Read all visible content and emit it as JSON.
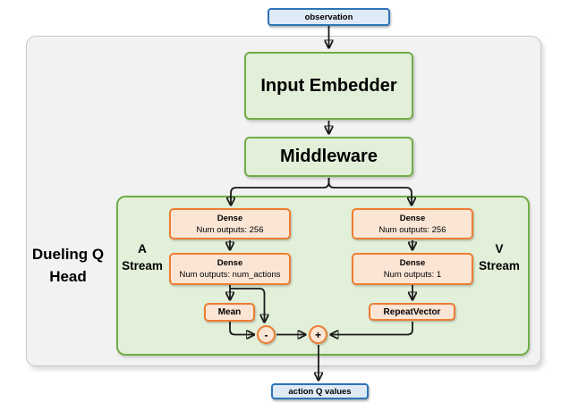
{
  "diagram": {
    "nodes": {
      "observation": "observation",
      "input_embedder": "Input Embedder",
      "middleware": "Middleware",
      "dueling_q_head": "Dueling Q Head",
      "a_stream": "A Stream",
      "v_stream": "V Stream",
      "a_dense_1": {
        "title": "Dense",
        "subtitle": "Num outputs: 256"
      },
      "a_dense_2": {
        "title": "Dense",
        "subtitle": "Num outputs: num_actions"
      },
      "v_dense_1": {
        "title": "Dense",
        "subtitle": "Num outputs: 256"
      },
      "v_dense_2": {
        "title": "Dense",
        "subtitle": "Num outputs: 1"
      },
      "mean": "Mean",
      "repeat_vector": "RepeatVector",
      "subtract_op": "-",
      "add_op": "+",
      "action_q_values": "action Q values"
    },
    "colors": {
      "io_fill": "#DEEAF6",
      "io_border": "#2E74B5",
      "green_fill": "#E2EFD9",
      "green_border": "#70AD47",
      "orange_fill": "#FBE5D5",
      "orange_border": "#ED7D31",
      "container_fill": "#F2F2F2",
      "container_border": "#C9C9C9",
      "connector": "#1A1A1A"
    }
  }
}
